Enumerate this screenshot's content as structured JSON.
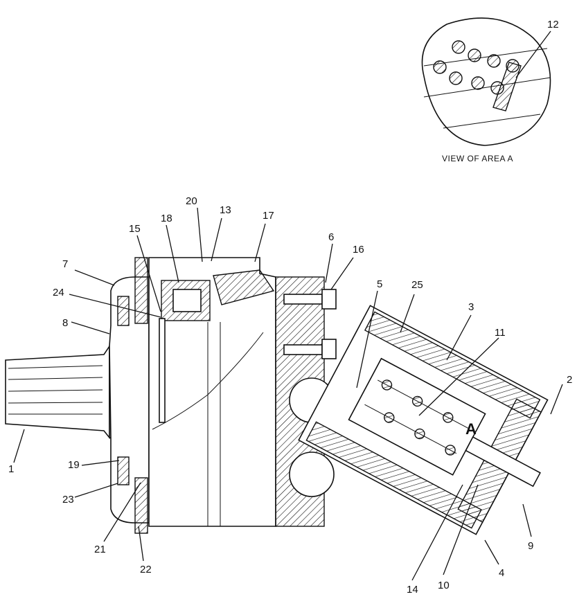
{
  "inset_caption": "VIEW OF AREA  A",
  "area_marker": "A",
  "callouts": {
    "c1": "1",
    "c2": "2",
    "c3": "3",
    "c4": "4",
    "c5": "5",
    "c6": "6",
    "c7": "7",
    "c8": "8",
    "c9": "9",
    "c10": "10",
    "c11": "11",
    "c12": "12",
    "c13": "13",
    "c14": "14",
    "c15": "15",
    "c16": "16",
    "c17": "17",
    "c18": "18",
    "c19": "19",
    "c20": "20",
    "c21": "21",
    "c22": "22",
    "c23": "23",
    "c24": "24",
    "c25": "25"
  }
}
